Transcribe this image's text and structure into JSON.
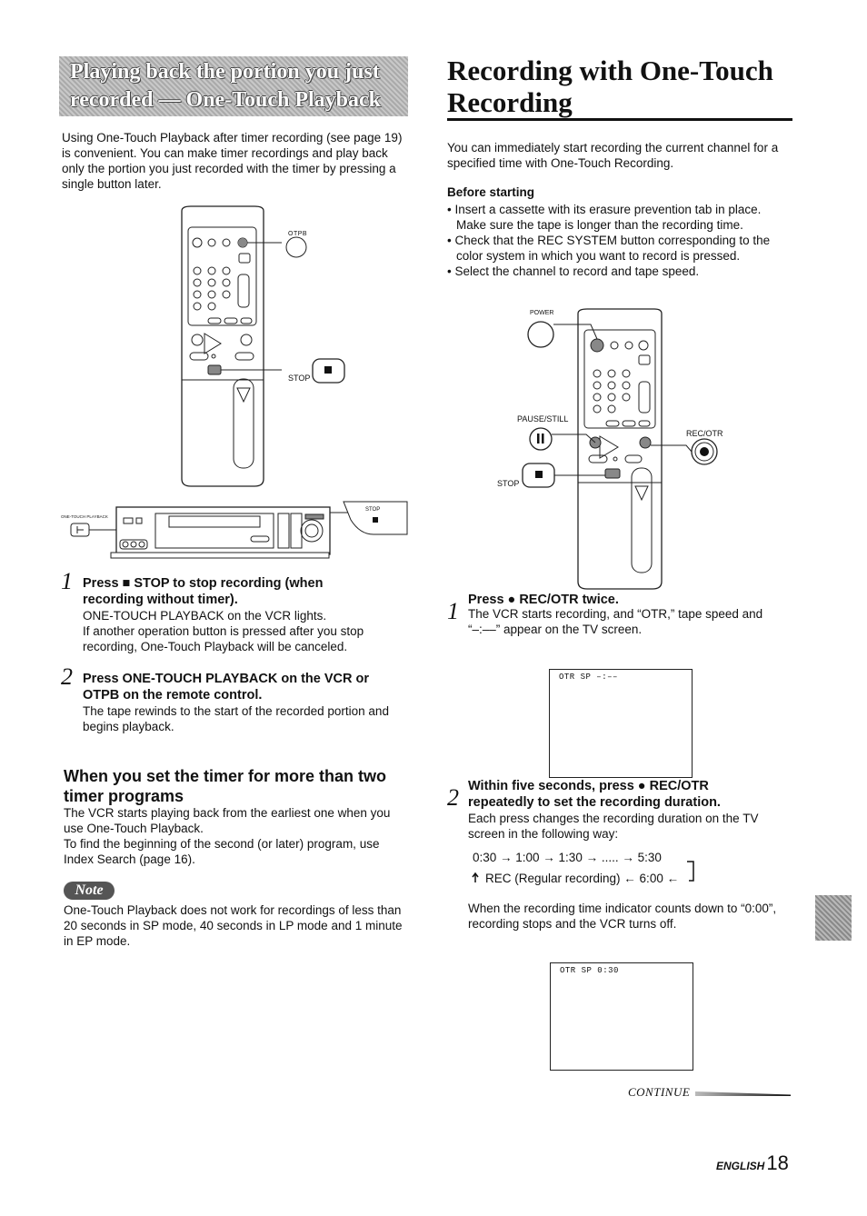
{
  "left": {
    "banner_title_line1": "Playing back the portion you just",
    "banner_title_line2": "recorded — One-Touch Playback",
    "intro": "Using One-Touch Playback after timer recording (see page 19) is convenient. You can make timer recordings and play back only the portion you just recorded with the timer by pressing a single button later.",
    "remote_labels": {
      "otpb": "OTPB",
      "stop": "STOP"
    },
    "vcr_labels": {
      "one_touch_playback": "ONE-TOUCH PLAYBACK",
      "stop": "STOP"
    },
    "steps": [
      {
        "num": "1",
        "title_line1": "Press ■ STOP to stop recording (when",
        "title_line2": "recording without timer).",
        "body_line1": "ONE-TOUCH PLAYBACK on the VCR lights.",
        "body_line2": "If another operation button is pressed after you stop recording, One-Touch Playback will be canceled."
      },
      {
        "num": "2",
        "title_line1": "Press ONE-TOUCH PLAYBACK on the VCR or",
        "title_line2": "OTPB on the remote control.",
        "body": "The tape rewinds to the start of the recorded portion and begins playback."
      }
    ],
    "subheading_line1": "When you set the timer for more than two",
    "subheading_line2": "timer programs",
    "sub_body1": "The VCR starts playing back from the earliest one when you use One-Touch Playback.",
    "sub_body2": "To find the beginning of the second (or later) program, use Index Search (page 16).",
    "note_label": "Note",
    "note_text": "One-Touch Playback does not work for recordings of less than 20 seconds in SP mode, 40 seconds in LP mode and 1 minute in EP mode."
  },
  "right": {
    "title_line1": "Recording with One-Touch",
    "title_line2": "Recording",
    "intro": "You can immediately start recording the current channel for a specified time with One-Touch Recording.",
    "before_heading": "Before starting",
    "bullets": [
      "• Insert a cassette with its erasure prevention tab in place. Make sure the tape is longer than the recording time.",
      "• Check that the REC SYSTEM button corresponding to the color system in which you want to record is pressed.",
      "• Select the channel to record and tape speed."
    ],
    "remote_labels": {
      "power": "POWER",
      "pause_still": "PAUSE/STILL",
      "rec_otr": "REC/OTR",
      "stop": "STOP"
    },
    "steps": [
      {
        "num": "1",
        "title": "Press ● REC/OTR twice.",
        "body": "The VCR starts recording, and “OTR,” tape speed and “–:––” appear on the TV screen."
      },
      {
        "num": "2",
        "title_line1": "Within five seconds, press ● REC/OTR",
        "title_line2": "repeatedly to set the recording duration.",
        "body": "Each press changes the recording duration on the TV screen in the following way:",
        "sequence_line1": "0:30 → 1:00 → 1:30 → ..... → 5:30",
        "sequence_line2": "REC (Regular recording) ← 6:00 ←",
        "after": "When the recording time indicator counts down to “0:00”, recording stops and the VCR turns off."
      }
    ],
    "screen1": "OTR SP  –:––",
    "screen2": "OTR SP  0:30",
    "continue": "CONTINUE"
  },
  "footer": {
    "language": "ENGLISH",
    "page": "18"
  }
}
